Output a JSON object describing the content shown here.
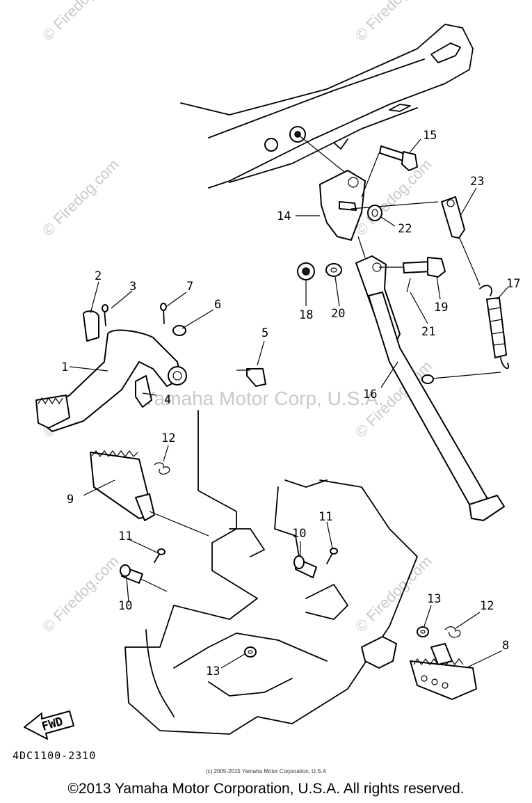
{
  "diagram": {
    "callouts": [
      "1",
      "2",
      "3",
      "4",
      "5",
      "6",
      "7",
      "8",
      "9",
      "10",
      "10",
      "11",
      "11",
      "12",
      "12",
      "13",
      "13",
      "14",
      "15",
      "16",
      "17",
      "18",
      "19",
      "20",
      "21",
      "22",
      "23"
    ],
    "fwd_label": "FWD",
    "code": "4DC1100-2310"
  },
  "watermarks": {
    "center": "Yamaha Motor Corp, U.S.A.",
    "firedog": "© Firedog.com"
  },
  "footer": {
    "small_copyright": "(c) 2005-2015 Yamaha Motor Corporation, U.S.A",
    "main_copyright": "©2013 Yamaha Motor Corporation, U.S.A. All rights reserved."
  }
}
